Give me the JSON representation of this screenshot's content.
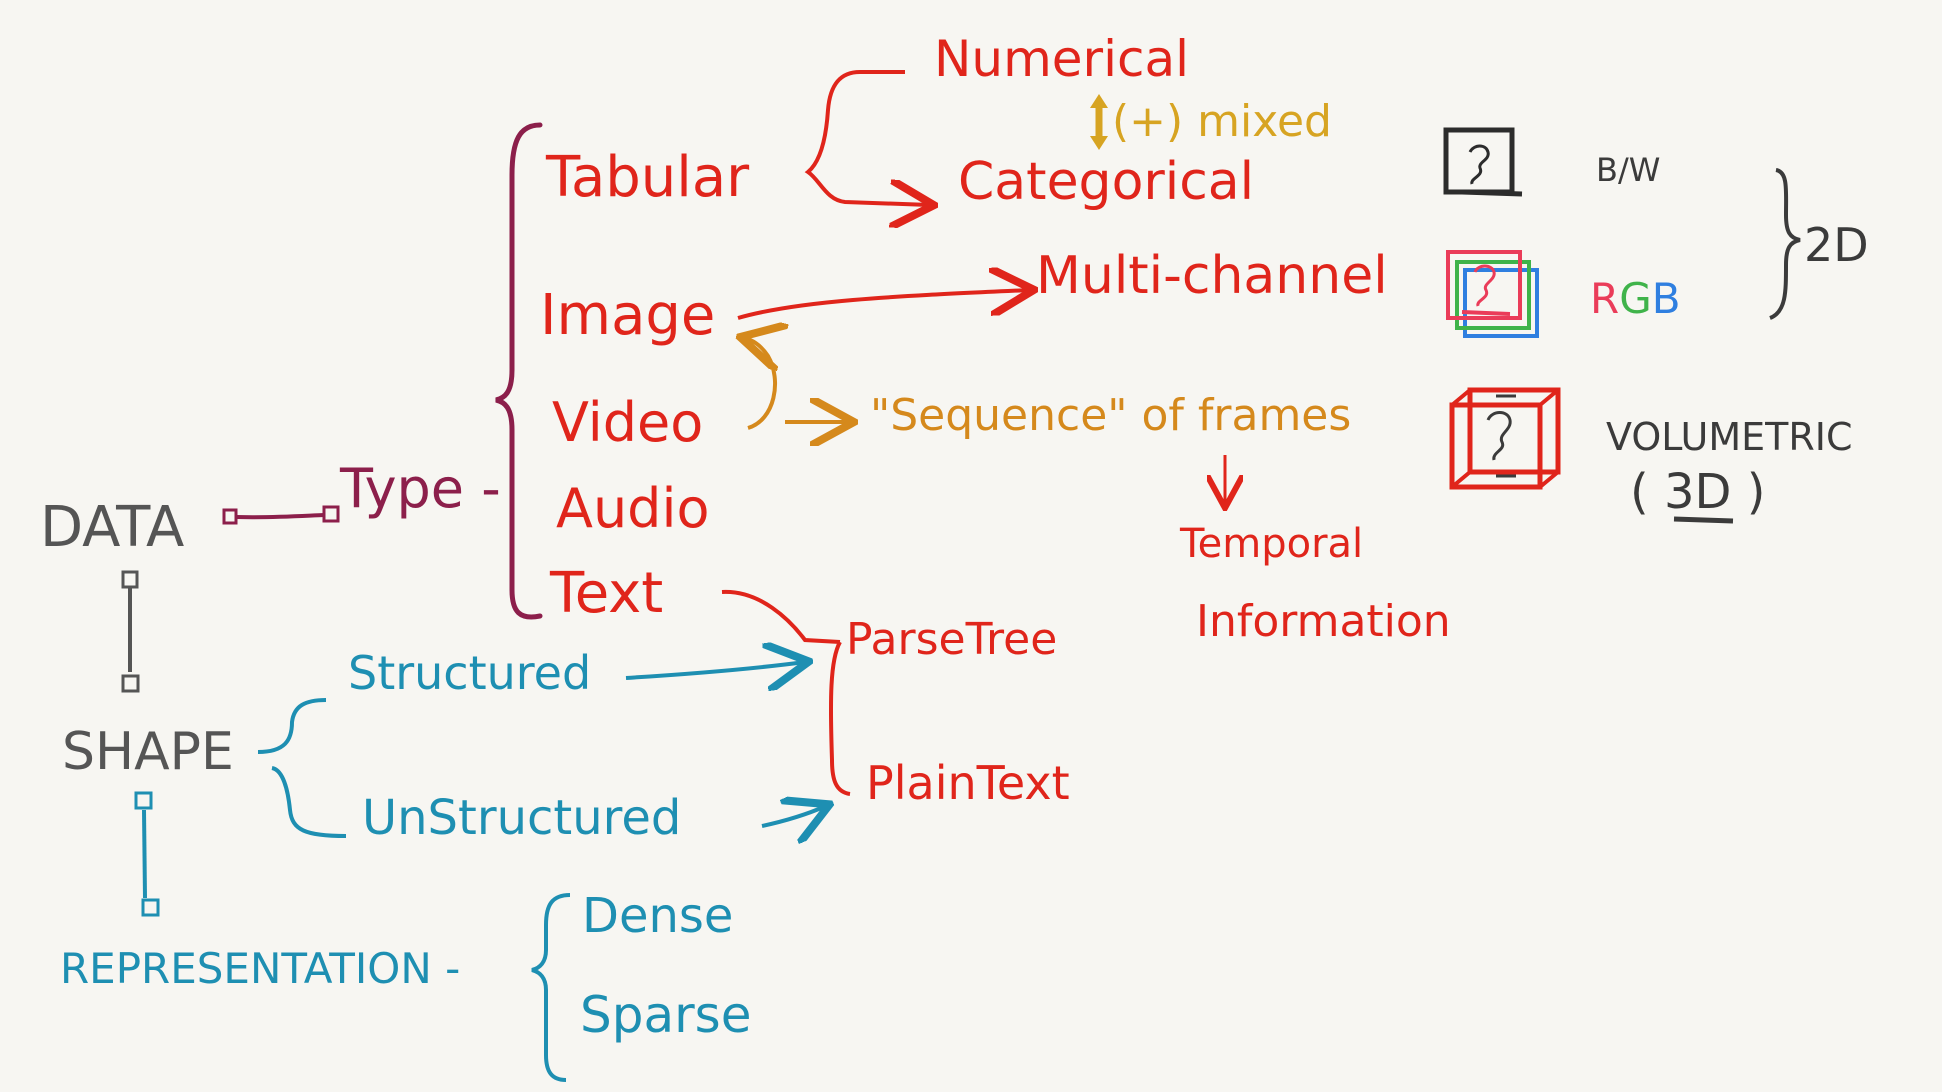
{
  "colors": {
    "background": "#f7f6f2",
    "red": "#e0251b",
    "orange": "#d5891c",
    "gold": "#d7a422",
    "blue": "#1e8fb2",
    "gray": "#555555",
    "plum": "#8c1f4b",
    "dark": "#3b3b3b",
    "green": "#3fb34a",
    "rgb_blue": "#2f7fe0",
    "rgb_red": "#ea3c59"
  },
  "root": {
    "data": "DATA",
    "shape": "SHAPE",
    "representation": "REPRESENTATION -"
  },
  "type_branch": {
    "label": "Type -",
    "tabular": "Tabular",
    "image": "Image",
    "video": "Video",
    "audio": "Audio",
    "text": "Text"
  },
  "tabular_branch": {
    "numerical": "Numerical",
    "categorical": "Categorical",
    "mixed": "(+) mixed"
  },
  "image_branch": {
    "multi_channel": "Multi-channel",
    "bw": "B/W",
    "rgb": {
      "r": "R",
      "g": "G",
      "b": "B"
    },
    "two_d": "2D",
    "volumetric": "VOLUMETRIC",
    "three_d_open": "(",
    "three_d": "3D",
    "three_d_close": ")"
  },
  "video_branch": {
    "sequence": "\"Sequence\" of frames",
    "temporal": "Temporal",
    "information": "Information"
  },
  "text_branch": {
    "parse_tree": "ParseTree",
    "plain_text": "PlainText"
  },
  "shape_branch": {
    "structured": "Structured",
    "unstructured": "UnStructured"
  },
  "representation_branch": {
    "dense": "Dense",
    "sparse": "Sparse"
  },
  "icons": [
    "bw-image-icon",
    "rgb-stack-icon",
    "volumetric-cube-icon"
  ]
}
